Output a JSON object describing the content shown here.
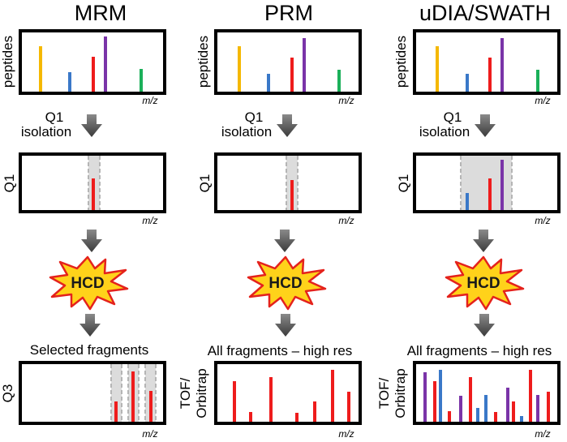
{
  "colors": {
    "yellow": "#f5b800",
    "blue": "#3a78c8",
    "red": "#ee1c1c",
    "purple": "#7a34a8",
    "green": "#1bb05a",
    "window": "#dcdcdc",
    "burst_fill": "#ffd21a",
    "burst_stroke": "#e4221c",
    "arrow": "#555555"
  },
  "columns": [
    {
      "title": "MRM",
      "ms1_ylabel": "peptides",
      "axis_label": "m/z",
      "isolation_label_line1": "Q1",
      "isolation_label_line2": "isolation",
      "q1_ylabel": "Q1",
      "fragmentation": "HCD",
      "fragments_title": "Selected fragments",
      "ms2_ylabel_line1": "Q3",
      "ms2_ylabel_line2": ""
    },
    {
      "title": "PRM",
      "ms1_ylabel": "peptides",
      "axis_label": "m/z",
      "isolation_label_line1": "Q1",
      "isolation_label_line2": "isolation",
      "q1_ylabel": "Q1",
      "fragmentation": "HCD",
      "fragments_title": "All fragments – high res",
      "ms2_ylabel_line1": "TOF/",
      "ms2_ylabel_line2": "Orbitrap"
    },
    {
      "title": "uDIA/SWATH",
      "ms1_ylabel": "peptides",
      "axis_label": "m/z",
      "isolation_label_line1": "Q1",
      "isolation_label_line2": "isolation",
      "q1_ylabel": "Q1",
      "fragmentation": "HCD",
      "fragments_title": "All fragments – high res",
      "ms2_ylabel_line1": "TOF/",
      "ms2_ylabel_line2": "Orbitrap"
    }
  ]
}
